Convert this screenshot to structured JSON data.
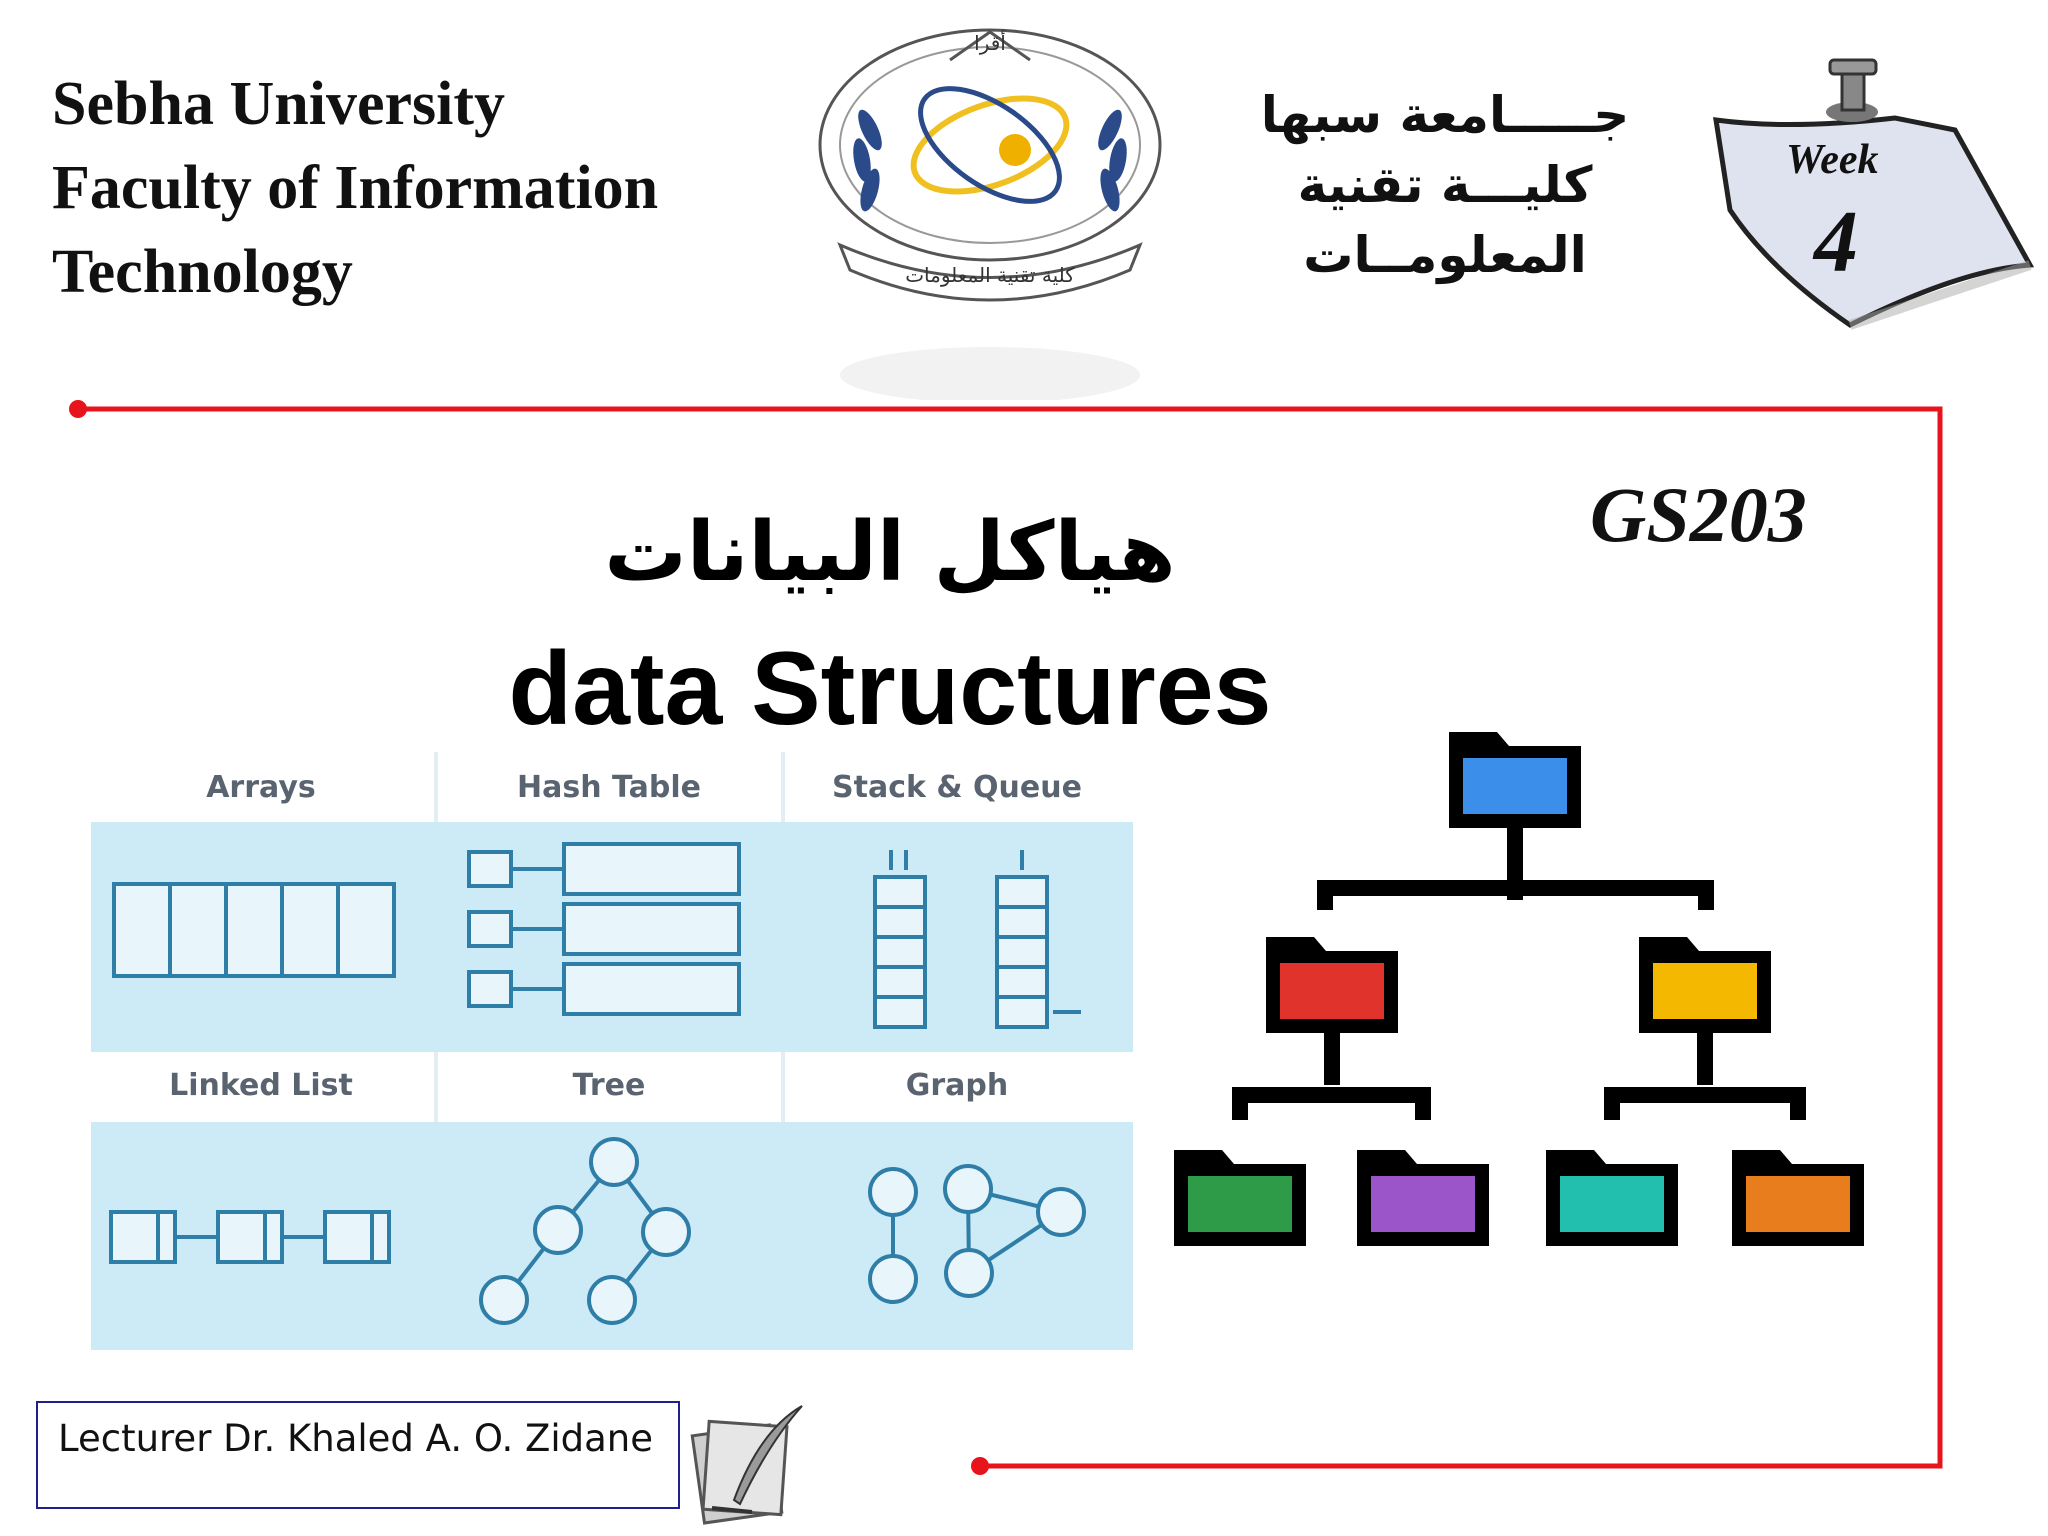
{
  "header": {
    "university_en_lines": [
      "Sebha University",
      "Faculty of Information",
      "Technology"
    ],
    "university_ar_lines": [
      "جـــــامعة سبها",
      "كليـــة تقنية المعلومــات"
    ],
    "logo_text_top": "أقرا",
    "logo_text_bottom": "كلية تقنية المعلومات",
    "week_label": "Week",
    "week_number": "4"
  },
  "course_code": "GS203",
  "title_ar": "هياكل البيانات",
  "title_en": "data Structures",
  "data_structures": {
    "cells": [
      "Arrays",
      "Hash Table",
      "Stack & Queue",
      "Linked List",
      "Tree",
      "Graph"
    ]
  },
  "folder_tree": {
    "root_color": "#3b8eea",
    "level2_colors": [
      "#e0332b",
      "#f5b800"
    ],
    "level3_colors": [
      "#2e9b48",
      "#9b55c8",
      "#22bfae",
      "#e87d1e"
    ]
  },
  "lecturer": "Lecturer Dr. Khaled A. O. Zidane",
  "colors": {
    "frame_line": "#e8141c",
    "panel_bg": "#cdeaf7",
    "shape_stroke": "#2f7ea8"
  }
}
